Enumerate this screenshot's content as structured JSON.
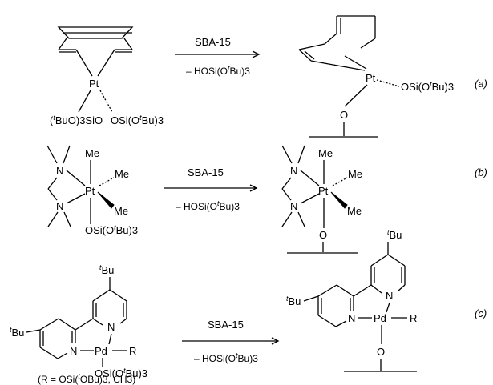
{
  "reactions": [
    {
      "label": "(a)",
      "reagent_above": "SBA-15",
      "reagent_below": "– HOSi(O",
      "reagent_below_t": "t",
      "reagent_below_tail": "Bu)3",
      "reactant": {
        "metal": "Pt",
        "ligand_left": "(",
        "ligand_left_t": "t",
        "ligand_left_tail": "BuO)3SiO",
        "ligand_right": "OSi(O",
        "ligand_right_t": "t",
        "ligand_right_tail": "Bu)3"
      },
      "product": {
        "metal": "Pt",
        "ligand_right": "OSi(O",
        "ligand_right_t": "t",
        "ligand_right_tail": "Bu)3",
        "surface_o": "O"
      }
    },
    {
      "label": "(b)",
      "reagent_above": "SBA-15",
      "reagent_below": "– HOSi(O",
      "reagent_below_t": "t",
      "reagent_below_tail": "Bu)3",
      "reactant": {
        "metal": "Pt",
        "n_top": "N",
        "n_bottom": "N",
        "me1": "Me",
        "me2": "Me",
        "me3": "Me",
        "ligand_bottom": "OSi(O",
        "ligand_bottom_t": "t",
        "ligand_bottom_tail": "Bu)3"
      },
      "product": {
        "metal": "Pt",
        "n_top": "N",
        "n_bottom": "N",
        "me1": "Me",
        "me2": "Me",
        "me3": "Me",
        "surface_o": "O"
      }
    },
    {
      "label": "(c)",
      "reagent_above": "SBA-15",
      "reagent_below": "– HOSi(O",
      "reagent_below_t": "t",
      "reagent_below_tail": "Bu)3",
      "reactant": {
        "metal": "Pd",
        "r": "R",
        "n_top": "N",
        "n_bottom": "N",
        "tbu_top_t": "t",
        "tbu_top": "Bu",
        "tbu_left_t": "t",
        "tbu_left": "Bu",
        "ligand_bottom": "OSi(O",
        "ligand_bottom_t": "t",
        "ligand_bottom_tail": "Bu)3",
        "note": "(R = OSi(",
        "note_t": "t",
        "note_tail": "OBu)3, CH3)"
      },
      "product": {
        "metal": "Pd",
        "r": "R",
        "n_top": "N",
        "n_bottom": "N",
        "tbu_top_t": "t",
        "tbu_top": "Bu",
        "tbu_left_t": "t",
        "tbu_left": "Bu",
        "surface_o": "O"
      }
    }
  ]
}
